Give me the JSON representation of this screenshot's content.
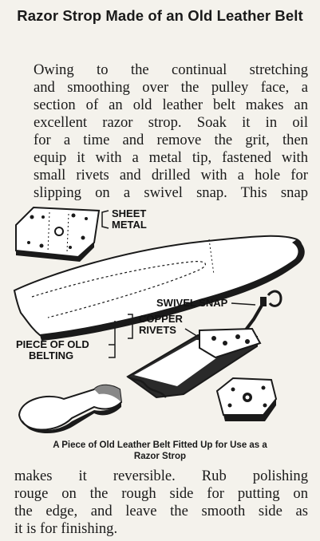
{
  "title": "Razor Strop Made of an Old Leather Belt",
  "paragraph1_lines": [
    "Owing to the continual stretching",
    "and smoothing over the pulley face, a",
    "section of an old leather belt makes an",
    "excellent razor strop. Soak it in oil",
    "for a time and remove the grit, then",
    "equip it with a metal tip, fastened with",
    "small rivets and drilled with a hole for",
    "slipping on a swivel snap. This snap"
  ],
  "illustration": {
    "labels": {
      "sheet_metal_1": "SHEET",
      "sheet_metal_2": "METAL",
      "swivel_snap": "SWIVEL SNAP",
      "copper_rivets_1": "COPPER",
      "copper_rivets_2": "RIVETS",
      "piece_of_old_belting_1": "PIECE OF OLD",
      "piece_of_old_belting_2": "BELTING"
    },
    "colors": {
      "ink": "#1a1a1a",
      "paper": "#f4f2ec",
      "belt_light": "#ffffff",
      "belt_dark": "#2a2a2a"
    }
  },
  "caption_line1": "A Piece of Old Leather Belt Fitted Up for Use as a",
  "caption_line2": "Razor Strop",
  "paragraph2_lines": [
    "makes it reversible. Rub polishing",
    "rouge on the rough side for putting on",
    "the edge, and leave the smooth side as",
    "it is for finishing."
  ]
}
